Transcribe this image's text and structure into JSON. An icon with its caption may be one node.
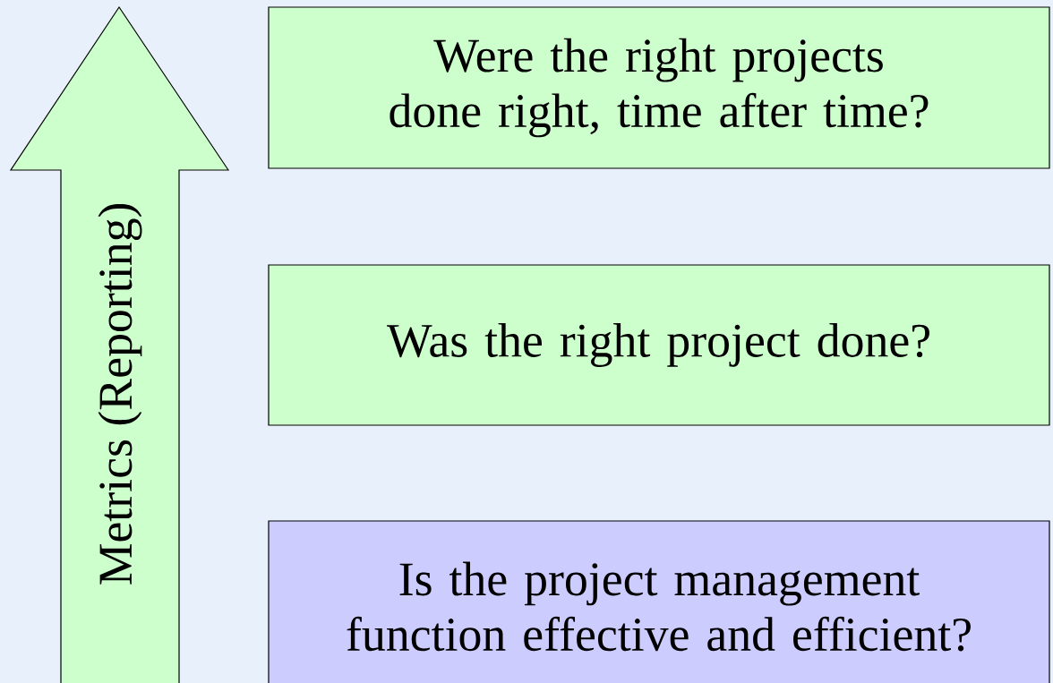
{
  "diagram": {
    "nodes": [
      {
        "text": [
          "Metrics (Reporting)"
        ]
      },
      {
        "text": [
          "Were the right projects done right, time after time?"
        ]
      },
      {
        "text": [
          "Was the right project done?"
        ]
      },
      {
        "text": [
          "Is the project management function effective and efficient?"
        ]
      }
    ]
  }
}
